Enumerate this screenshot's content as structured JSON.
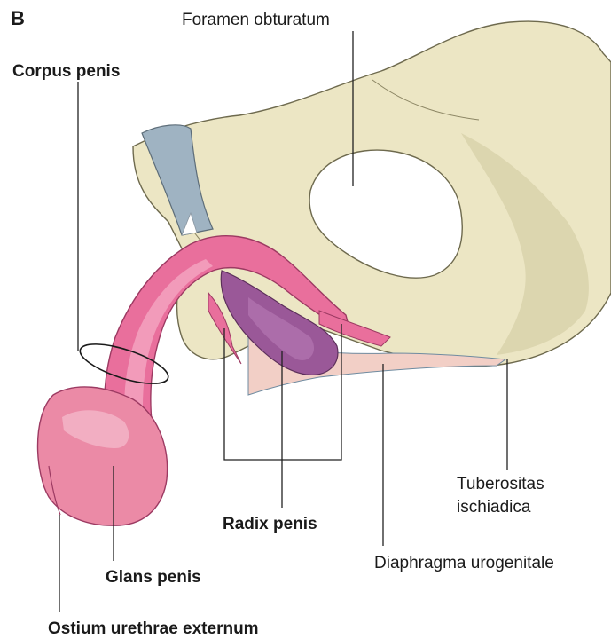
{
  "figure": {
    "panel_letter": "B",
    "labels": {
      "foramen_obturatum": "Foramen obturatum",
      "corpus_penis": "Corpus penis",
      "tuberositas_line1": "Tuberositas",
      "tuberositas_line2": "ischiadica",
      "radix_penis": "Radix penis",
      "glans_penis": "Glans penis",
      "diaphragma_urogenitale": "Diaphragma urogenitale",
      "ostium_urethrae_externum": "Ostium urethrae externum"
    },
    "colors": {
      "bone": "#ece6c4",
      "bone_shadow": "#d6cfa6",
      "ligament": "#9fb3c2",
      "corpus_pink": "#e96f9c",
      "corpus_light": "#f4a9c4",
      "glans": "#eb8aa6",
      "bulb_purple": "#9a5898",
      "diaphragm": "#f2cfc6"
    }
  }
}
